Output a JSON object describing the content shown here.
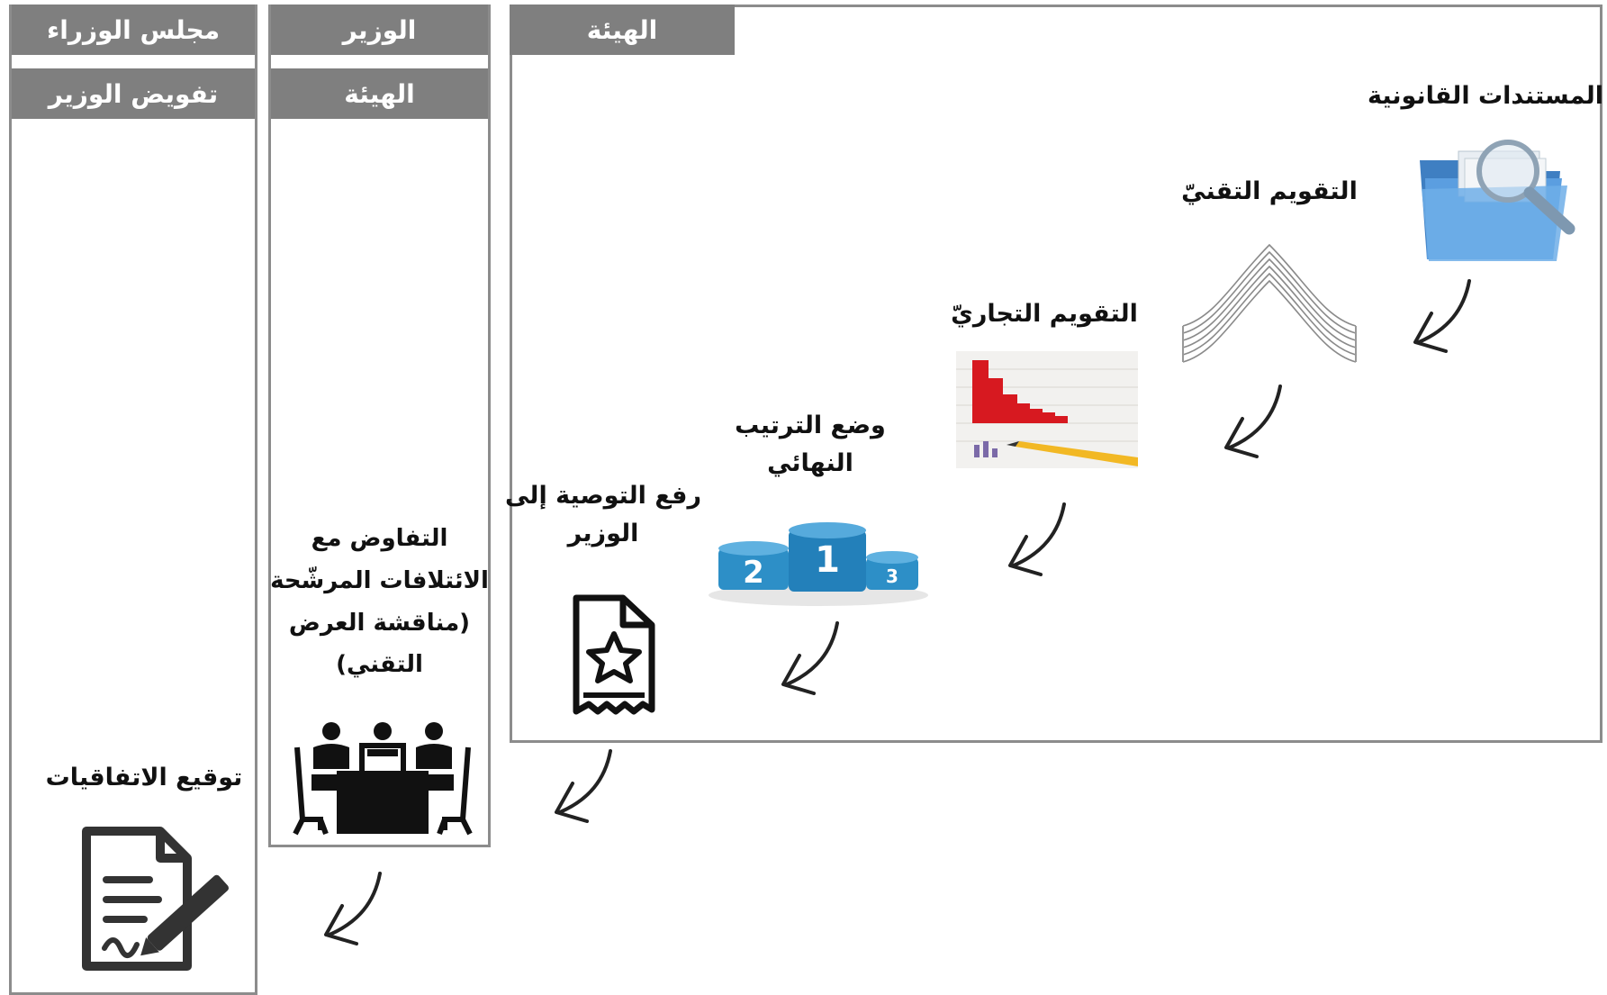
{
  "columns": {
    "council": {
      "header": "مجلس الوزراء",
      "subheader": "تفويض الوزير"
    },
    "minister": {
      "header": "الوزير",
      "subheader": "الهيئة"
    },
    "authority": {
      "header": "الهيئة"
    }
  },
  "steps": {
    "legal_documents": "المستندات القانونية",
    "technical_evaluation": "التقويم التقنيّ",
    "commercial_evaluation": "التقويم التجاريّ",
    "final_ranking_1": "وضع الترتيب",
    "final_ranking_2": "النهائي",
    "recommendation_1": "رفع التوصية إلى",
    "recommendation_2": "الوزير",
    "negotiation_1": "التفاوض مع",
    "negotiation_2": "الائتلافات المرشّحة",
    "negotiation_3": "(مناقشة العرض",
    "negotiation_4": "التقني)",
    "signing": "توقيع الاتفاقيات"
  },
  "podium_labels": {
    "first": "1",
    "second": "2",
    "third": "3"
  },
  "icons": [
    "folder-search-icon",
    "layered-wave-icon",
    "bar-chart-icon",
    "podium-icon",
    "certificate-icon",
    "meeting-table-icon",
    "signed-document-icon"
  ],
  "colors": {
    "header": "#7f7f7f",
    "frame": "#8c8c8c",
    "podium": "#2d8fc7",
    "chart": "#d71920",
    "folder": "#4a8fd1"
  }
}
